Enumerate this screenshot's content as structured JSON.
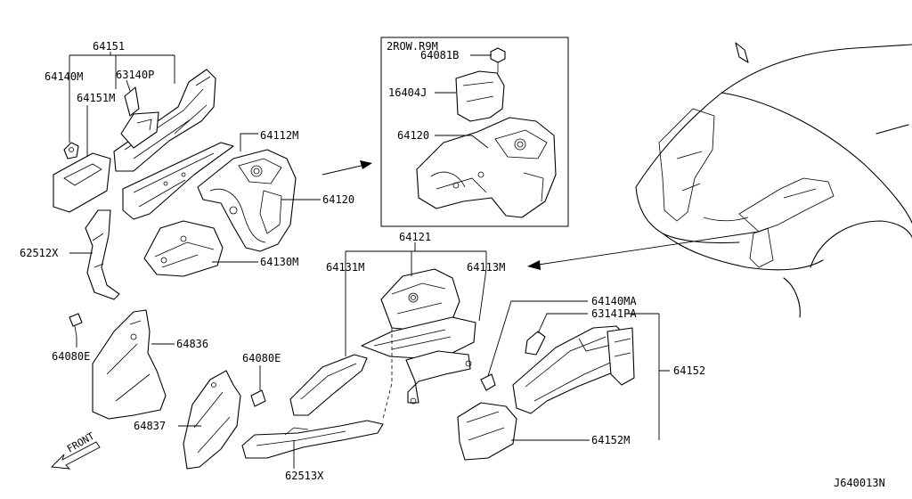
{
  "labels": {
    "p64151": "64151",
    "p64140M": "64140M",
    "p63140P": "63140P",
    "p64151M": "64151M",
    "p64112M": "64112M",
    "p64120_main": "64120",
    "p64130M": "64130M",
    "p62512X": "62512X",
    "p64080E_left": "64080E",
    "p64836": "64836",
    "p64080E_mid": "64080E",
    "p64837": "64837",
    "p62513X": "62513X",
    "p64121": "64121",
    "p64131M": "64131M",
    "p64113M": "64113M",
    "p64140MA": "64140MA",
    "p63141PA": "63141PA",
    "p64152": "64152",
    "p64152M": "64152M",
    "front": "FRONT",
    "diagram_id": "J640013N"
  },
  "inset": {
    "title": "2ROW.R9M",
    "p64081B": "64081B",
    "p16404J": "16404J",
    "p64120": "64120"
  }
}
